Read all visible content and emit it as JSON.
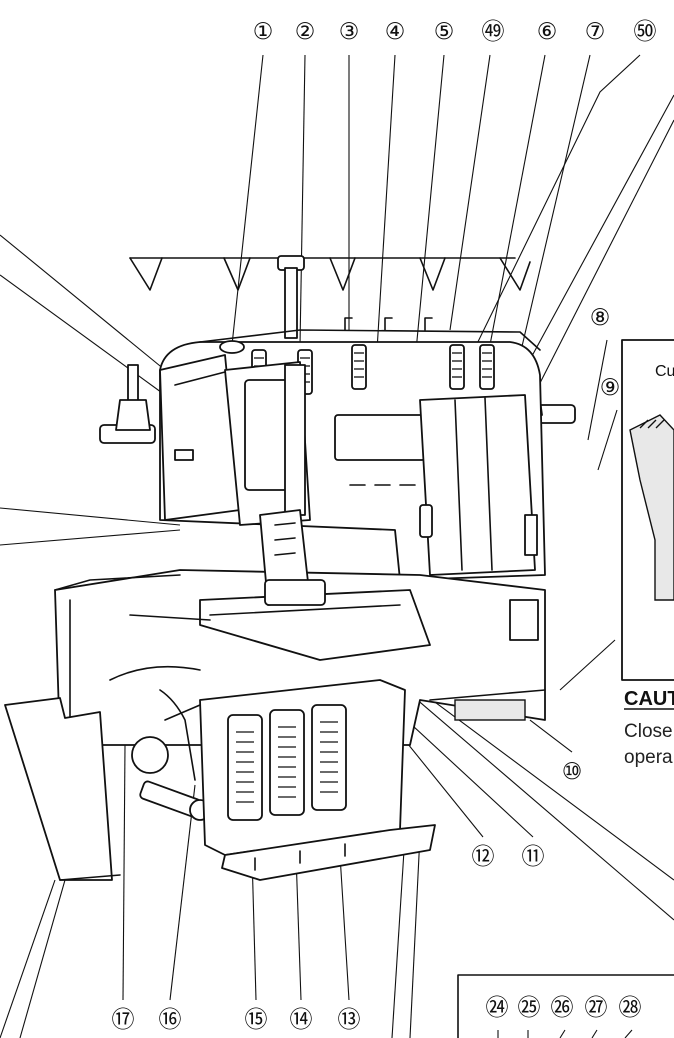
{
  "callouts_top": [
    "①",
    "②",
    "③",
    "④",
    "⑤",
    "㊾",
    "⑥",
    "⑦",
    "㊿"
  ],
  "callouts_right": [
    "⑧",
    "⑨",
    "⑩"
  ],
  "callouts_mid": [
    "⑫",
    "⑪"
  ],
  "callouts_bottom": [
    "⑰",
    "⑯",
    "⑮",
    "⑭",
    "⑬"
  ],
  "callouts_box": [
    "㉔",
    "㉕",
    "㉖",
    "㉗",
    "㉘"
  ],
  "inset": {
    "title": "Cu"
  },
  "caution": {
    "title": "CAUT",
    "line1": "Close",
    "line2": "opera"
  }
}
